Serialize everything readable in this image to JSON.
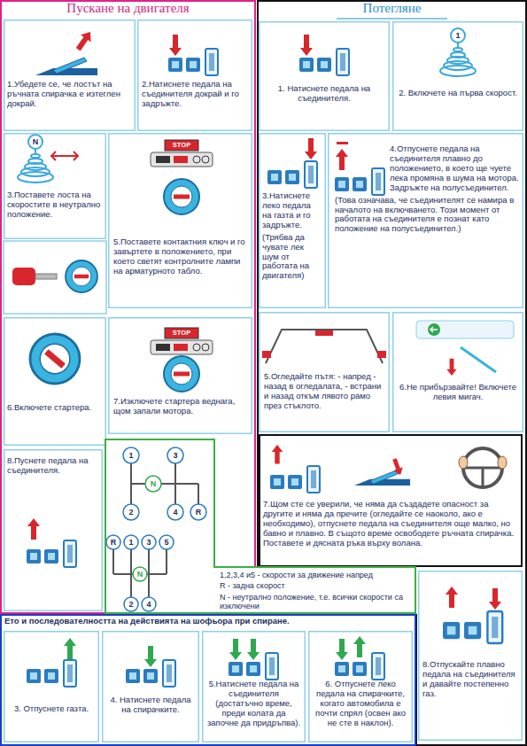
{
  "diagram": {
    "nodes": [
      {
        "text": [
          "Пускане на двигателя"
        ]
      },
      {
        "text": [
          "1.Убедете се, че лостът на ръчната спирачка е изтеглен докрай."
        ],
        "in": 0
      },
      {
        "text": [
          "2.Натиснете педала на съединителя докрай и го задръжте."
        ],
        "in": 0
      },
      {
        "text": [
          "3.Поставете лоста на скоростите в неутрално положение."
        ],
        "in": 0
      },
      {
        "text": [
          "5.Поставете контактния ключ и го завъртете в положението, при което светят контролните лампи на арматурното табло."
        ],
        "in": 0
      },
      {
        "text": [
          "6.Включете стартера."
        ],
        "in": 0
      },
      {
        "text": [
          "7.Изключете стартера веднага, щом запали мотора."
        ],
        "in": 0
      },
      {
        "text": [
          "8.Пуснете педала на съединителя."
        ],
        "in": 0
      },
      {
        "text": [
          "Потегляне"
        ]
      },
      {
        "text": [
          "1. Натиснете педала на съединителя."
        ],
        "in": 8
      },
      {
        "text": [
          "2. Включете на първа скорост."
        ],
        "in": 8
      },
      {
        "text": [
          "3.Натиснете леко педала на газта и го задръжте.",
          "(Трябва да чувате лек шум от работата на двигателя)"
        ],
        "in": 8
      },
      {
        "text": [
          "4.Отпуснете педала на съединителя плавно до положението, в което ще чуете лека промяна в шума на мотора. Задръжте на полусъединител.",
          "(Това означава, че съединителят се намира в началото на включването. Този момент от работата на съединителя е познат като положение на полусъединител.)"
        ],
        "in": 8
      },
      {
        "text": [
          "5.Огледайте пътя: - напред - назад в огледалата, - встрани и назад откъм лявото рамо през стъклото."
        ],
        "in": 8
      },
      {
        "text": [
          "6.Не прибързвайте! Включете левия мигач."
        ],
        "in": 8
      },
      {
        "text": [
          "7.Щом сте се уверили, че няма да създадете опасност за другите и няма да пречите (огледайте се наоколо, ако е необходимо), отпуснете педала на съединителя още малко, но бавно и плавно. В същото време освободете ръчната спирачка. Поставете и дясната ръка върху волана."
        ],
        "in": 8
      },
      {
        "text": [
          "8.Отпускайте плавно педала на съединителя и давайте постепенно газ."
        ],
        "in": 8
      },
      {
        "text": [
          "1,2,3,4 и5 - скорости за движение напред",
          "R - задна скорост",
          "N - неутрално положение, т.е. всички скорости са изключени"
        ]
      },
      {
        "text": [
          "Ето и последователността на действията на шофьора при спиране."
        ]
      },
      {
        "text": [
          "3. Отпуснете газта."
        ],
        "in": 18
      },
      {
        "text": [
          "4. Натиснете педала на спирачките."
        ],
        "in": 18
      },
      {
        "text": [
          "5.Натиснете педала на съединителя (достатъчно време, преди колата да започне да придръпва)."
        ],
        "in": 18
      },
      {
        "text": [
          "6. Отпуснете леко педала на спирачките, когато автомобила е почти спрял (освен ако не сте в наклон)."
        ],
        "in": 18
      }
    ],
    "labels": [
      "STOP",
      "STOP",
      "N",
      "1",
      "1",
      "3",
      "N",
      "2",
      "4",
      "R",
      "R",
      "1",
      "3",
      "5",
      "N",
      "2",
      "4"
    ]
  }
}
